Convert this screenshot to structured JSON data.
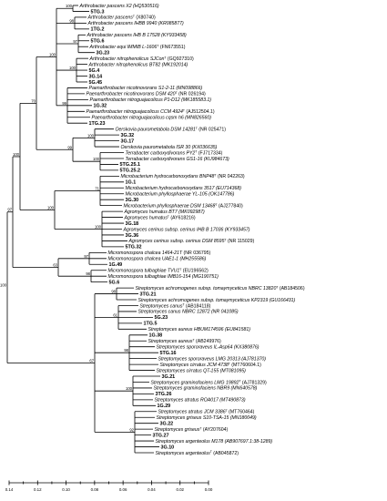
{
  "tree": {
    "tips": [
      {
        "label": "Arthrobacter pascens X2 (HQ530516)"
      },
      {
        "label": "5TG.3",
        "isolate": true
      },
      {
        "label": "Arthrobacter pascens",
        "type": true,
        "acc": " (X80740)"
      },
      {
        "label": "Arthrobacter pascens IHBB 9940 (KR085877)"
      },
      {
        "label": "1TG.2",
        "isolate": true
      },
      {
        "label": "Arthrobacter pascens IHB B 17528 (KY933458)"
      },
      {
        "label": "5TG.6",
        "isolate": true
      },
      {
        "label": "Arthrobacter equi IMMIB L-1606",
        "type": true,
        "acc": " (FN673551)"
      },
      {
        "label": "3G.23",
        "isolate": true
      },
      {
        "label": "Arthrobacter nitrophenolicus SJCon",
        "type": true,
        "acc": " (GQ927310)"
      },
      {
        "label": "Arthrobacter nitrophenolicus BT82 (MK192014)"
      },
      {
        "label": "5G.4",
        "isolate": true
      },
      {
        "label": "3G.14",
        "isolate": true
      },
      {
        "label": "5G.45",
        "isolate": true
      },
      {
        "label": "Paenarthrobacter nicotinovorans S1-2-11 (MN098866)"
      },
      {
        "label": "Paenarthrobacter nicotinovorans DSM 420",
        "type": true,
        "acc": " (NR 026194)"
      },
      {
        "label": "Paenarthrobacter nitroguajacolicus P1-D12 (MK185583.1)"
      },
      {
        "label": "1G.32",
        "isolate": true
      },
      {
        "label": "Paenarthrobacter nitroguajacolicus CCM 4924",
        "type": true,
        "acc": " (AJ512504.1)"
      },
      {
        "label": "Paenarthrobacter nitroguajacolicus cqsm h6 (MN826560)"
      },
      {
        "label": "1TG.23",
        "isolate": true
      },
      {
        "label": "Oerskovia paurometabola DSM 14281",
        "type": true,
        "acc": " (NR 025471)"
      },
      {
        "label": "3G.32",
        "isolate": true
      },
      {
        "label": "3G.17",
        "isolate": true
      },
      {
        "label": "Oerskovia paurometabola ISR 30 (KX036635)"
      },
      {
        "label": "Terrabacter carboxydivorans PY2",
        "type": true,
        "acc": " (FJ717334)"
      },
      {
        "label": "Terrabacter carboxydivorans GS1-16 (KU984673)"
      },
      {
        "label": "5TG.25.1",
        "isolate": true
      },
      {
        "label": "5TG.25.2",
        "isolate": true
      },
      {
        "label": "Microbacterium hydrocarbonoxydans BNP48",
        "type": true,
        "acc": " (NR 042263)"
      },
      {
        "label": "1G.1",
        "isolate": true
      },
      {
        "label": "Microbacterium hydrocarbonoxydans 3517 (EU714368)"
      },
      {
        "label": "Microbacterium phyllosphaerae YL-105 (OK147786)"
      },
      {
        "label": "3G.30",
        "isolate": true
      },
      {
        "label": "Microbacterium phyllosphaerae DSM 13468",
        "type": true,
        "acc": " (AJ277840)"
      },
      {
        "label": "Agromyces humatus BT7 (MK092987)"
      },
      {
        "label": "Agromyces humatus",
        "type": true,
        "acc": " (AY618216)"
      },
      {
        "label": "3G.18",
        "isolate": true
      },
      {
        "label": "Agromyces cerinus subsp. cerinus IHB B 17036 (KY933457)"
      },
      {
        "label": "3G.36",
        "isolate": true
      },
      {
        "label": "Agromyces cerinus subsp. cerinus DSM 8595",
        "type": true,
        "acc": " (NR 115029)"
      },
      {
        "label": "5TG.32",
        "isolate": true
      },
      {
        "label": "Micromonospora chalcea 1464-21T",
        "type": false,
        "acc": " (NR 036795)"
      },
      {
        "label": "Micromonospora chalcea UAE1-1 (MH255586)"
      },
      {
        "label": "1G.49",
        "isolate": true
      },
      {
        "label": "Micromonospora tulbaghiae TVU1",
        "type": true,
        "acc": " (EU196562)"
      },
      {
        "label": "Micromonospora tulbaghiae IMB16-154 (MG190751)"
      },
      {
        "label": "5G.6",
        "isolate": true
      },
      {
        "label": "Streptomyces achromogenes subsp. tomaymyceticus NBRC 13820",
        "type": true,
        "acc": " (AB184506)"
      },
      {
        "label": "3TG.21",
        "isolate": true
      },
      {
        "label": "Streptomyces achromogenes subsp. tomaymyceticus KP2319 (GU166431)"
      },
      {
        "label": "Streptomyces canus",
        "type": true,
        "acc": " (AB184118)"
      },
      {
        "label": "Streptomyces canus NBRC 12872 (NR 041085)"
      },
      {
        "label": "5G.23",
        "isolate": true
      },
      {
        "label": "1TG.5",
        "isolate": true
      },
      {
        "label": "Streptomyces aureus HBUM174596 (EU841581)"
      },
      {
        "label": "1G.38",
        "isolate": true
      },
      {
        "label": "Streptomyces aureus",
        "type": true,
        "acc": " (AB249976)"
      },
      {
        "label": "Streptomyces spororaveus IL-Asp64 (KX380876)"
      },
      {
        "label": "5TG.16",
        "isolate": true
      },
      {
        "label": "Streptomyces spororaveus LMG 20313 (AJ781370)"
      },
      {
        "label": "Streptomyces cirratus JCM 4738",
        "type": true,
        "acc": " (MT760604.1)"
      },
      {
        "label": "Streptomyces cirratus QT-155 (MT081095)"
      },
      {
        "label": "3G.21",
        "isolate": true
      },
      {
        "label": "Streptomyces graminofaciens LMG 19892",
        "type": true,
        "acc": " (AJ781329)"
      },
      {
        "label": "Streptomyces graminofaciens NBR9 (MN640578)"
      },
      {
        "label": "3TG.26",
        "isolate": true
      },
      {
        "label": "Streptomyces atratus ROA017 (MT490873)"
      },
      {
        "label": "1G.29",
        "isolate": true
      },
      {
        "label": "Streptomyces atratus JCM 3386",
        "type": true,
        "acc": " (MT760464)"
      },
      {
        "label": "Streptomyces griseus S10-TSA-15 (MN180049)"
      },
      {
        "label": "3G.22",
        "isolate": true
      },
      {
        "label": "Streptomyces griseus",
        "type": true,
        "acc": " (AY207604)"
      },
      {
        "label": "3TG.27",
        "isolate": true
      },
      {
        "label": "Streptomyces argenteolus M178 (AB907697.1:38-1289)"
      },
      {
        "label": "3G.10",
        "isolate": true
      },
      {
        "label": "Streptomyces argenteolus",
        "type": true,
        "acc": " (AB045872)"
      }
    ],
    "bootstrap": [
      "100",
      "98",
      "97",
      "100",
      "99",
      "100",
      "100",
      "71",
      "100",
      "97",
      "98",
      "98",
      "61",
      "98",
      "100",
      "92",
      "100",
      "99",
      "100",
      "63",
      "67",
      "70",
      "100",
      "97",
      "100",
      "100",
      "72",
      "99",
      "100",
      "77",
      "100",
      "93",
      "100",
      "99",
      "60",
      "100",
      "55",
      "100",
      "100",
      "66",
      "43",
      "78",
      "63",
      "99",
      "56",
      "61",
      "59",
      "66",
      "99",
      "99"
    ]
  },
  "scale": {
    "ticks": [
      "0.14",
      "0.12",
      "0.10",
      "0.08",
      "0.06",
      "0.04",
      "0.02",
      "0.00"
    ]
  }
}
